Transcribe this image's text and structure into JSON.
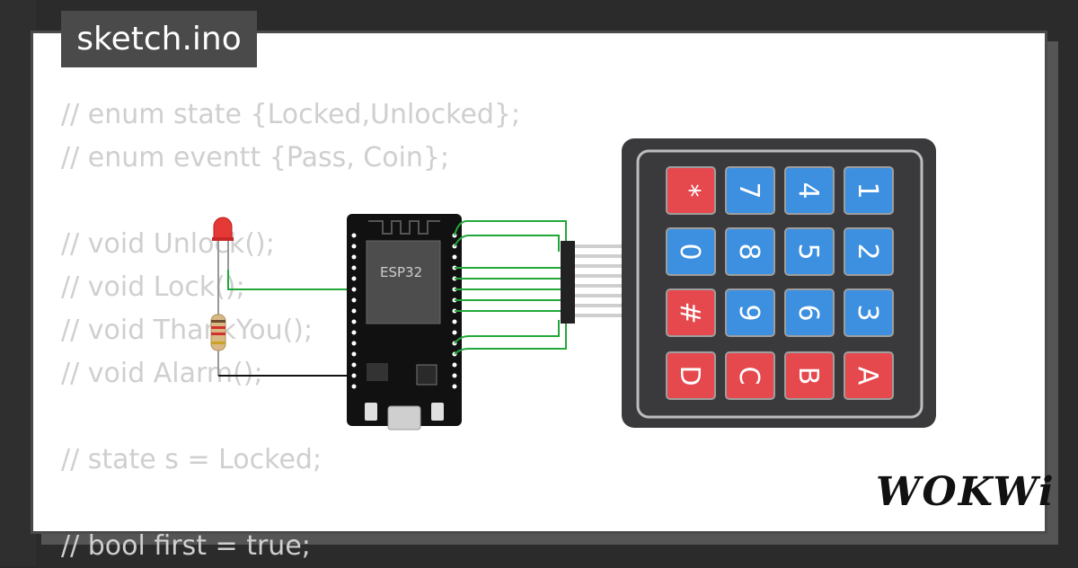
{
  "filename": "sketch.ino",
  "code_lines": [
    "// enum state {Locked,Unlocked};",
    "// enum eventt {Pass, Coin};",
    "",
    "// void Unlock();",
    "// void Lock();",
    "// void ThankYou();",
    "// void Alarm();",
    "",
    "// state s = Locked;",
    "",
    "// bool first = true;"
  ],
  "board_label": "ESP32",
  "logo": "WOKWi",
  "keypad": {
    "rows": [
      [
        "*",
        "7",
        "4",
        "1"
      ],
      [
        "0",
        "8",
        "5",
        "2"
      ],
      [
        "#",
        "9",
        "6",
        "3"
      ],
      [
        "D",
        "C",
        "B",
        "A"
      ]
    ]
  },
  "colors": {
    "background": "#2b2b2b",
    "key_red": "#e5484d",
    "key_blue": "#3d8fe0",
    "wire_green": "#22a83a",
    "board": "#111111",
    "keypad_body": "#3a3a3c"
  }
}
